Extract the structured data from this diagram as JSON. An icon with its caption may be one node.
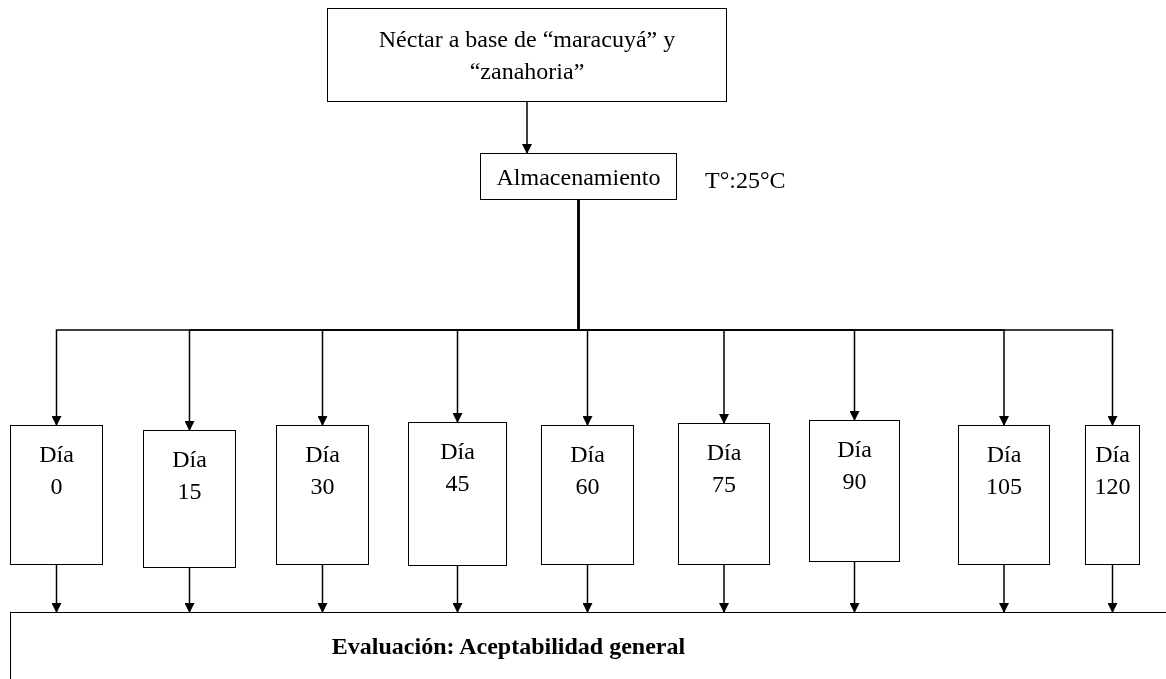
{
  "diagram": {
    "nodes": [
      {
        "text": [
          "Néctar a base de “maracuyá” y “zanahoria”"
        ]
      },
      {
        "text": [
          "Almacenamiento"
        ],
        "beside": [
          "T°:25°C"
        ]
      },
      {
        "text": [
          "Día 0"
        ]
      },
      {
        "text": [
          "Día 15"
        ]
      },
      {
        "text": [
          "Día 30"
        ]
      },
      {
        "text": [
          "Día 45"
        ]
      },
      {
        "text": [
          "Día 60"
        ]
      },
      {
        "text": [
          "Día 75"
        ]
      },
      {
        "text": [
          "Día 90"
        ]
      },
      {
        "text": [
          "Día 105"
        ]
      },
      {
        "text": [
          "Día 120"
        ]
      },
      {
        "text": [
          "Evaluación: Aceptabilidad general"
        ]
      }
    ],
    "edges": [
      {
        "from": 0,
        "to": 1,
        "arrow": "to"
      },
      {
        "from": 1,
        "to": 2,
        "arrow": "to"
      },
      {
        "from": 1,
        "to": 3,
        "arrow": "to"
      },
      {
        "from": 1,
        "to": 4,
        "arrow": "to"
      },
      {
        "from": 1,
        "to": 5,
        "arrow": "to"
      },
      {
        "from": 1,
        "to": 6,
        "arrow": "to"
      },
      {
        "from": 1,
        "to": 7,
        "arrow": "to"
      },
      {
        "from": 1,
        "to": 8,
        "arrow": "to"
      },
      {
        "from": 1,
        "to": 9,
        "arrow": "to"
      },
      {
        "from": 1,
        "to": 10,
        "arrow": "to"
      },
      {
        "from": 2,
        "to": 11,
        "arrow": "to"
      },
      {
        "from": 3,
        "to": 11,
        "arrow": "to"
      },
      {
        "from": 4,
        "to": 11,
        "arrow": "to"
      },
      {
        "from": 5,
        "to": 11,
        "arrow": "to"
      },
      {
        "from": 6,
        "to": 11,
        "arrow": "to"
      },
      {
        "from": 7,
        "to": 11,
        "arrow": "to"
      },
      {
        "from": 8,
        "to": 11,
        "arrow": "to"
      },
      {
        "from": 9,
        "to": 11,
        "arrow": "to"
      },
      {
        "from": 10,
        "to": 11,
        "arrow": "to"
      }
    ]
  }
}
